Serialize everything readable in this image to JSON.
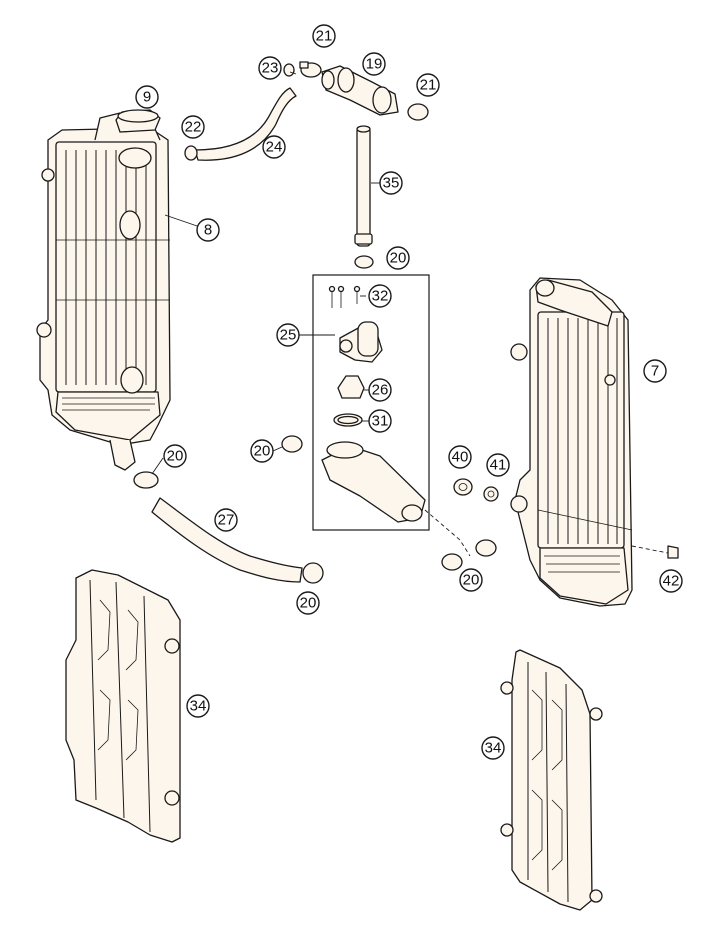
{
  "diagram": {
    "type": "exploded-parts-diagram",
    "colors": {
      "part_fill": "#fdf6ec",
      "line": "#1a1a1a",
      "background": "#ffffff"
    },
    "callouts": [
      {
        "id": "c9",
        "label": "9"
      },
      {
        "id": "c21a",
        "label": "21"
      },
      {
        "id": "c19",
        "label": "19"
      },
      {
        "id": "c23",
        "label": "23"
      },
      {
        "id": "c21b",
        "label": "21"
      },
      {
        "id": "c22",
        "label": "22"
      },
      {
        "id": "c24",
        "label": "24"
      },
      {
        "id": "c35",
        "label": "35"
      },
      {
        "id": "c8",
        "label": "8"
      },
      {
        "id": "c20a",
        "label": "20"
      },
      {
        "id": "c32",
        "label": "32"
      },
      {
        "id": "c25",
        "label": "25"
      },
      {
        "id": "c7",
        "label": "7"
      },
      {
        "id": "c26",
        "label": "26"
      },
      {
        "id": "c31",
        "label": "31"
      },
      {
        "id": "c20b",
        "label": "20"
      },
      {
        "id": "c20c",
        "label": "20"
      },
      {
        "id": "c40",
        "label": "40"
      },
      {
        "id": "c41",
        "label": "41"
      },
      {
        "id": "c27",
        "label": "27"
      },
      {
        "id": "c20d",
        "label": "20"
      },
      {
        "id": "c42",
        "label": "42"
      },
      {
        "id": "c20e",
        "label": "20"
      },
      {
        "id": "c34a",
        "label": "34"
      },
      {
        "id": "c34b",
        "label": "34"
      }
    ]
  }
}
